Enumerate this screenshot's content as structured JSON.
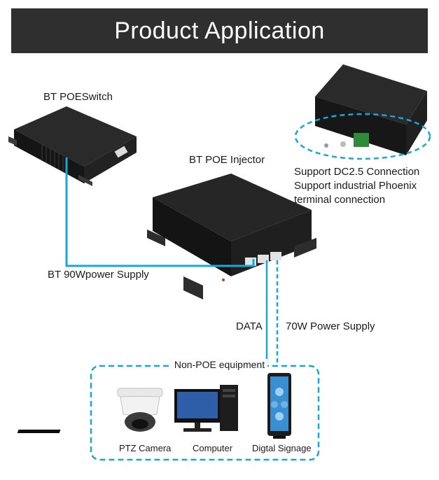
{
  "banner": {
    "title": "Product Application"
  },
  "devices": {
    "switch": {
      "label": "BT POESwitch"
    },
    "injector": {
      "label": "BT POE Injector"
    },
    "injector_rear": {
      "notes": [
        "Support DC2.5 Connection",
        "Support industrial Phoenix",
        "terminal connection"
      ]
    }
  },
  "links": {
    "switch_to_injector": "BT 90Wpower Supply",
    "data": "DATA",
    "power": "70W Power Supply"
  },
  "equipment_group": {
    "title": "Non-POE equipment",
    "items": [
      {
        "label": "PTZ Camera",
        "icon": "ptz-camera-icon"
      },
      {
        "label": "Computer",
        "icon": "computer-icon"
      },
      {
        "label": "Digtal Signage",
        "icon": "digital-signage-icon"
      }
    ]
  },
  "colors": {
    "link": "#19a7d6",
    "banner": "#2f2f2f",
    "device": "#1e1e1e"
  }
}
